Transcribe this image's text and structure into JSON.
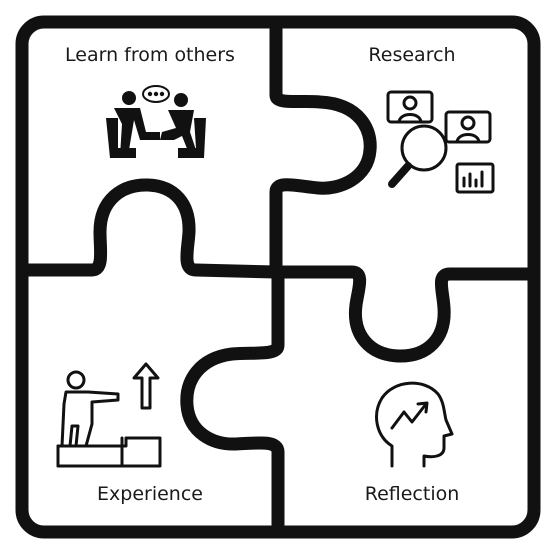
{
  "pieces": {
    "top_left": {
      "label": "Learn from others",
      "icon": "conversation-icon"
    },
    "top_right": {
      "label": "Research",
      "icon": "research-magnifier-icon"
    },
    "bottom_left": {
      "label": "Experience",
      "icon": "climbing-steps-icon"
    },
    "bottom_right": {
      "label": "Reflection",
      "icon": "head-growth-icon"
    }
  },
  "colors": {
    "stroke": "#111111",
    "background": "#ffffff"
  }
}
